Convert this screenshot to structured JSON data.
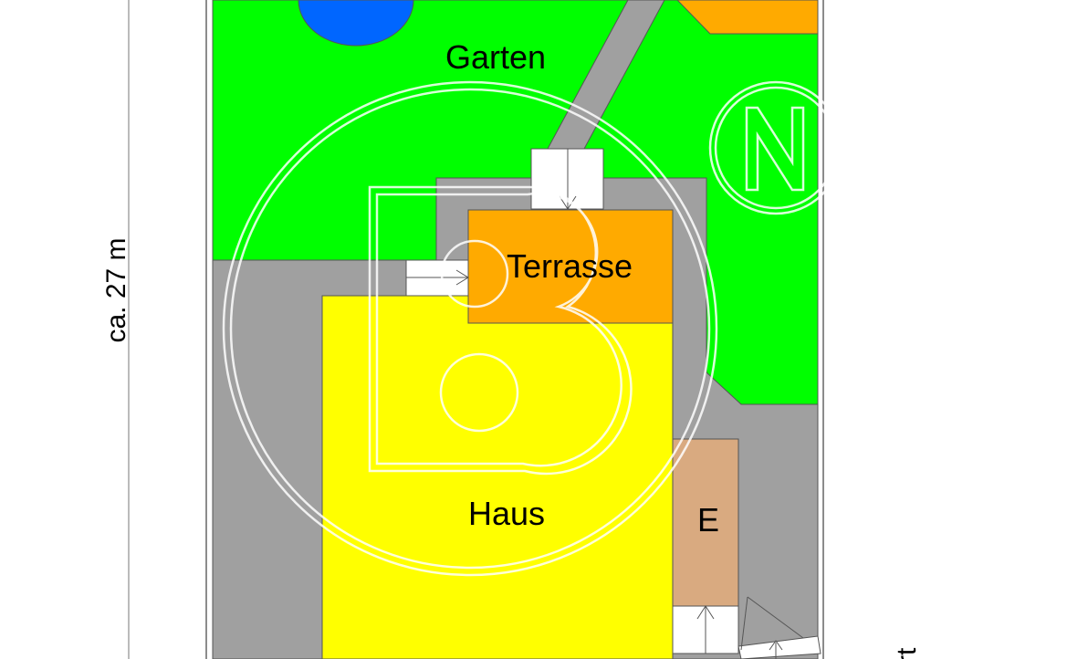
{
  "labels": {
    "garden": "Garten",
    "terrace": "Terrasse",
    "house": "Haus",
    "e": "E",
    "dimension": "ca. 27 m",
    "partial_right": "rt"
  },
  "colors": {
    "garden": "#00ff00",
    "paving": "#a0a0a0",
    "house": "#ffff00",
    "terrace": "#ffaa00",
    "e_room": "#d9aa80",
    "pond": "#0066ff",
    "steps": "#ffffff",
    "outline": "#555555",
    "watermark": "#ffffff"
  },
  "icons": {
    "watermark_logo": "b-circle-logo-icon",
    "north_marker": "n-circle-icon"
  }
}
